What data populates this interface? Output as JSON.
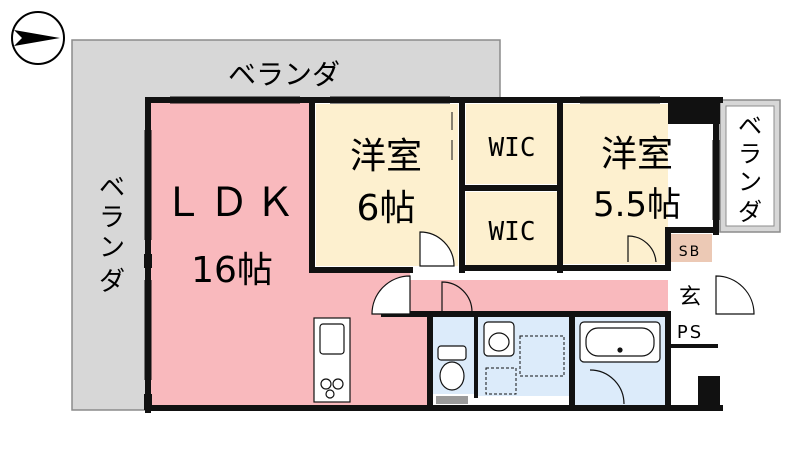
{
  "balcony": {
    "top": "ベランダ",
    "left": [
      "ベ",
      "ラ",
      "ン",
      "ダ"
    ],
    "right": [
      "ベ",
      "ラ",
      "ン",
      "ダ"
    ]
  },
  "rooms": {
    "ldk": {
      "name": "ＬＤＫ",
      "size": "16帖"
    },
    "western1": {
      "name": "洋室",
      "size": "6帖"
    },
    "western2": {
      "name": "洋室",
      "size": "5.5帖"
    },
    "wic1": {
      "name": "WIC"
    },
    "wic2": {
      "name": "WIC"
    },
    "shoe_box": "SB",
    "entrance": "玄",
    "pipe_space": "PS"
  },
  "colors": {
    "ldk": "#f9b9bd",
    "western": "#fdf0cf",
    "wet": "#dcebfa",
    "balcony": "#d7d7d7",
    "sb": "#ecc9b5",
    "wall": "#111111"
  },
  "icons": [
    "compass-north-arrow-icon",
    "door-swing-icon",
    "kitchen-sink-icon",
    "stove-icon",
    "toilet-icon",
    "washbasin-icon",
    "washing-machine-icon",
    "bathtub-icon"
  ]
}
